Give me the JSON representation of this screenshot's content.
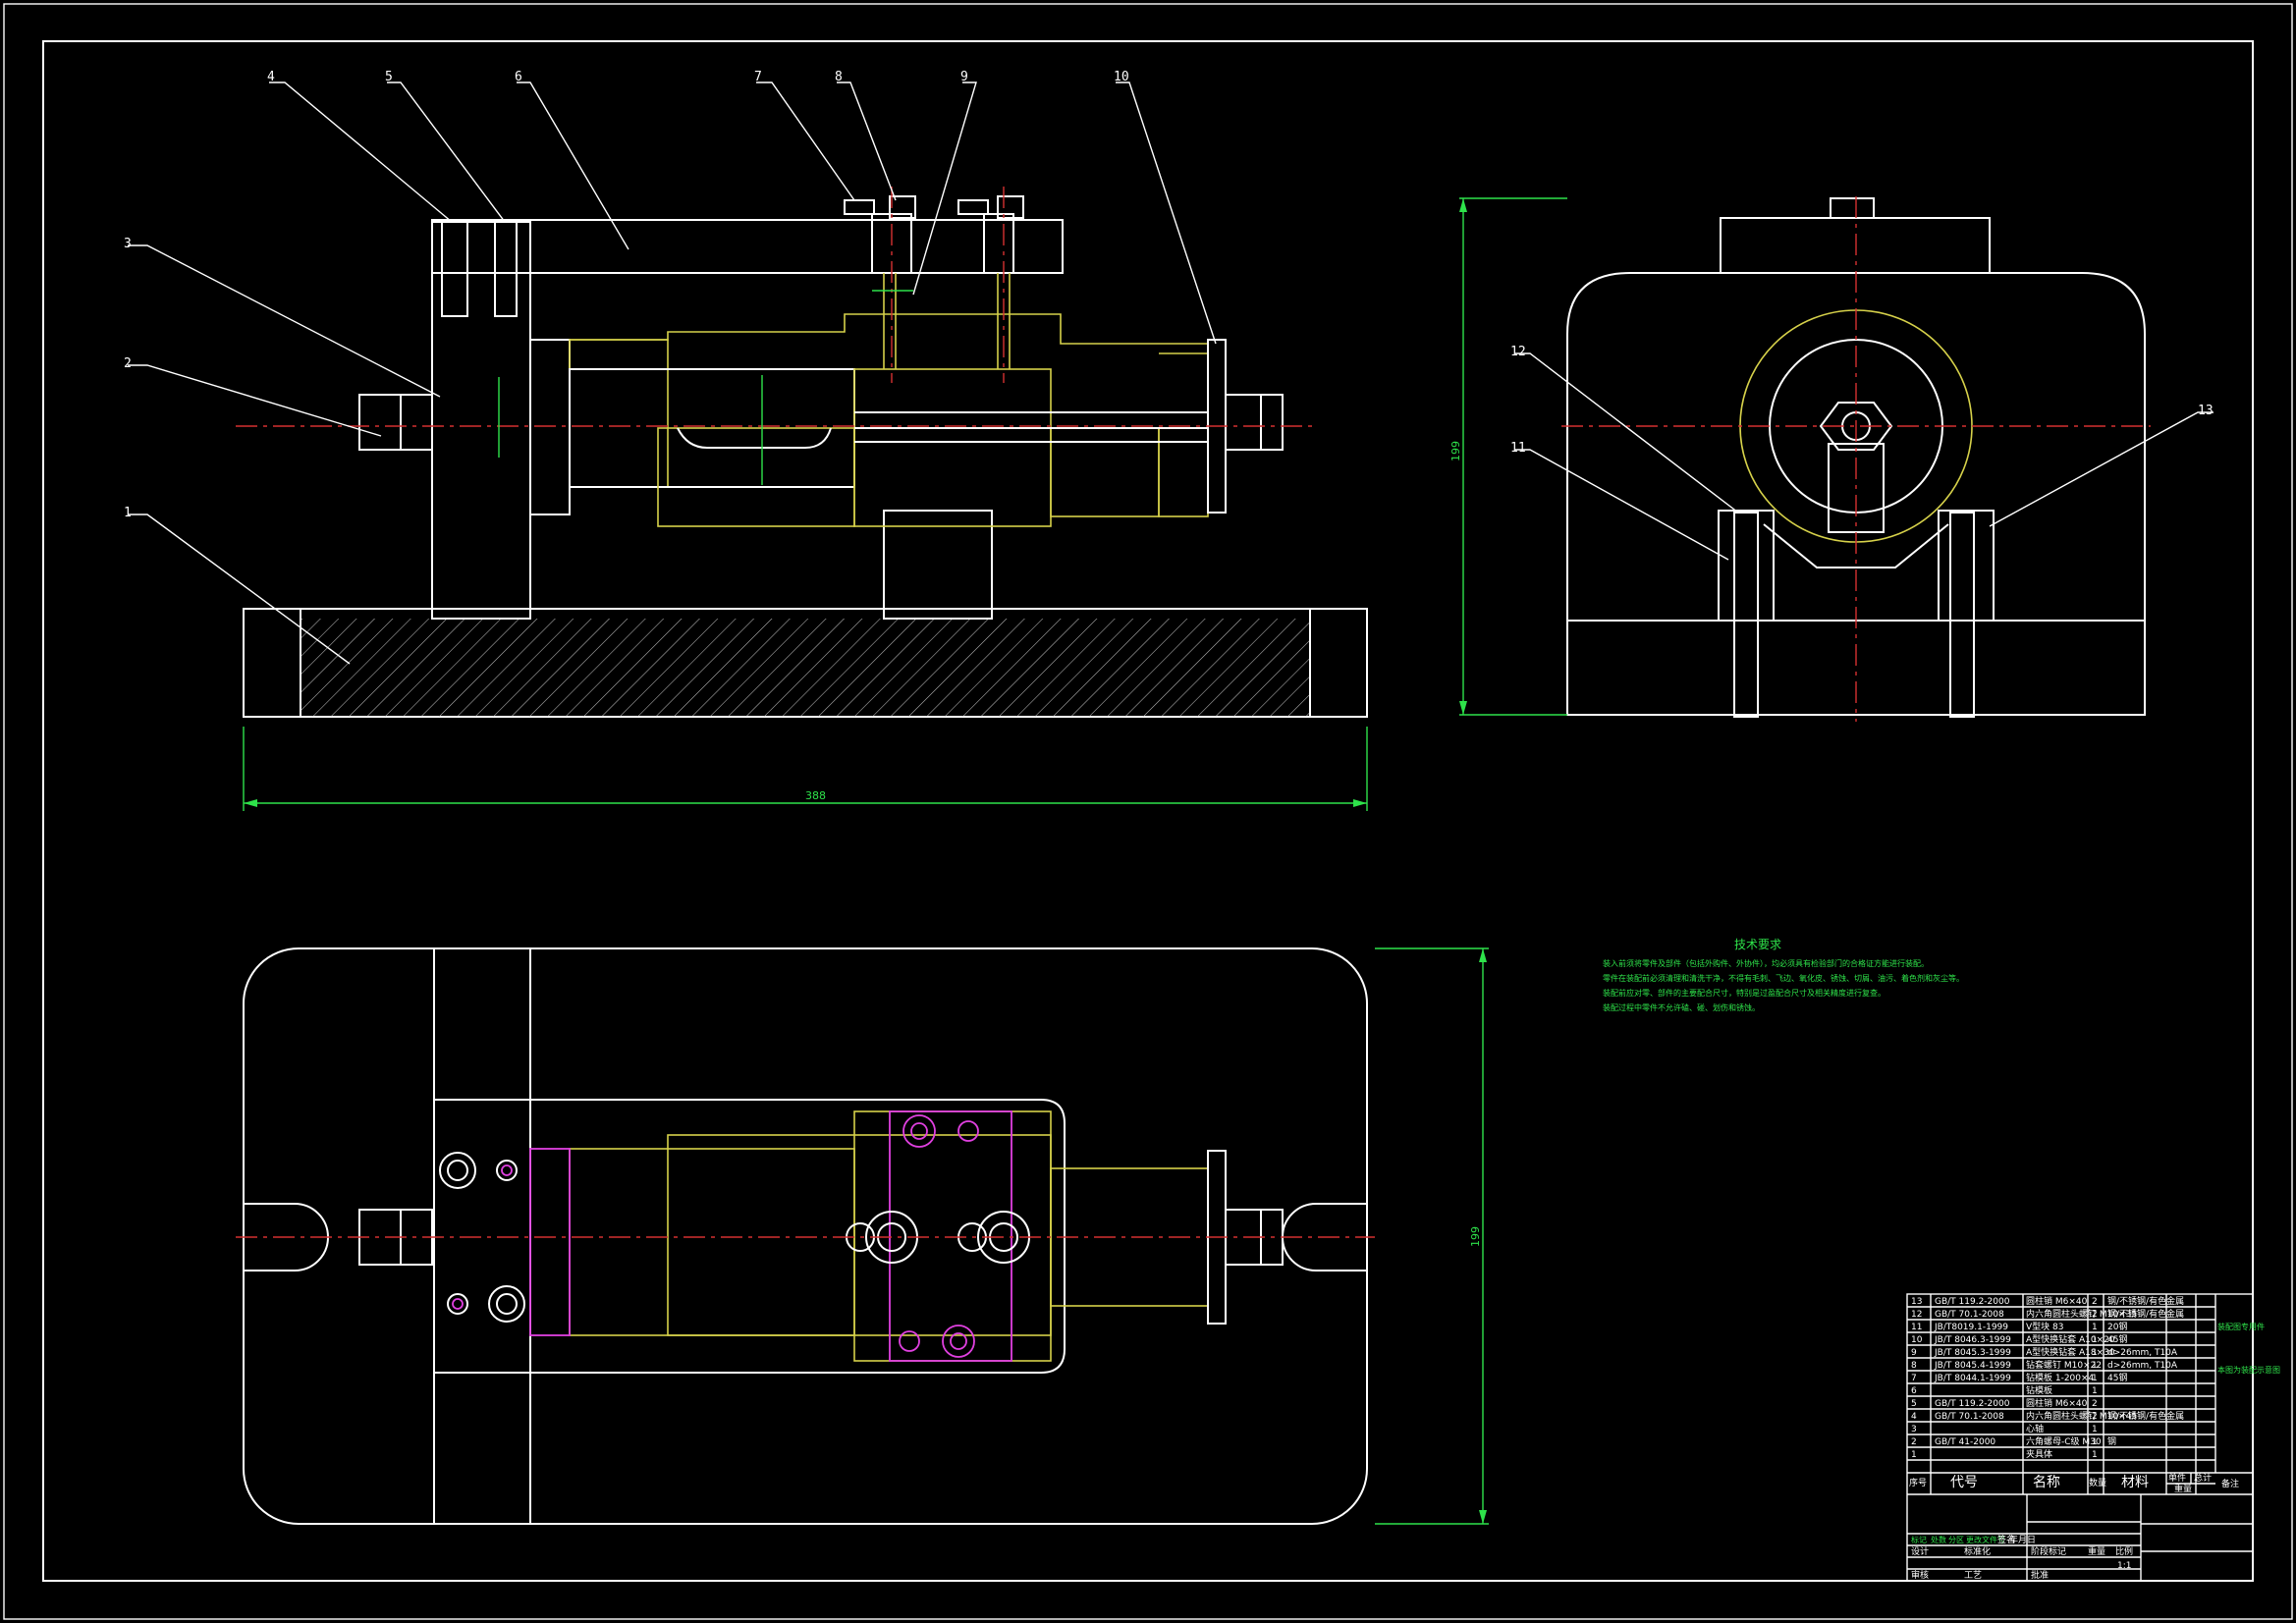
{
  "part_labels": [
    "1",
    "2",
    "3",
    "4",
    "5",
    "6",
    "7",
    "8",
    "9",
    "10",
    "11",
    "12",
    "13"
  ],
  "dimensions": {
    "front_length": "388",
    "side_height": "199",
    "top_width": "199"
  },
  "notes": {
    "title": "技术要求",
    "lines": [
      "装入前须将零件及部件（包括外购件、外协件），均必须具有检验部门的合格证方能进行装配。",
      "零件在装配前必须清理和清洗干净，不得有毛刺、飞边、氧化皮、锈蚀、切屑、油污、着色剂和灰尘等。",
      "装配前应对零、部件的主要配合尺寸，特别是过盈配合尺寸及相关精度进行复查。",
      "装配过程中零件不允许磕、碰、划伤和锈蚀。"
    ]
  },
  "bom": {
    "rows": [
      {
        "no": "13",
        "code": "GB/T 119.2-2000",
        "name": "圆柱销 M6×40",
        "qty": "2",
        "mat": "钢/不锈钢/有色金属",
        "note": ""
      },
      {
        "no": "12",
        "code": "GB/T 70.1-2008",
        "name": "内六角圆柱头螺钉 M10×35",
        "qty": "2",
        "mat": "钢/不锈钢/有色金属",
        "note": ""
      },
      {
        "no": "11",
        "code": "JB/T8019.1-1999",
        "name": "V型块 83",
        "qty": "1",
        "mat": "20钢",
        "note": ""
      },
      {
        "no": "10",
        "code": "JB/T 8046.3-1999",
        "name": "A型快换钻套 A10×20",
        "qty": "1",
        "mat": "45钢",
        "note": ""
      },
      {
        "no": "9",
        "code": "JB/T 8045.3-1999",
        "name": "A型快换钻套 A18×30",
        "qty": "1",
        "mat": "d>26mm, T10A",
        "note": ""
      },
      {
        "no": "8",
        "code": "JB/T 8045.4-1999",
        "name": "钻套螺钉 M10×22",
        "qty": "1",
        "mat": "d>26mm, T10A",
        "note": ""
      },
      {
        "no": "7",
        "code": "JB/T 8044.1-1999",
        "name": "钻模板 1-200×4",
        "qty": "1",
        "mat": "45钢",
        "note": ""
      },
      {
        "no": "6",
        "code": "",
        "name": "钻模板",
        "qty": "1",
        "mat": "",
        "note": ""
      },
      {
        "no": "5",
        "code": "GB/T 119.2-2000",
        "name": "圆柱销 M6×40",
        "qty": "2",
        "mat": "",
        "note": ""
      },
      {
        "no": "4",
        "code": "GB/T 70.1-2008",
        "name": "内六角圆柱头螺钉 M10×45",
        "qty": "2",
        "mat": "钢/不锈钢/有色金属",
        "note": ""
      },
      {
        "no": "3",
        "code": "",
        "name": "心轴",
        "qty": "1",
        "mat": "",
        "note": ""
      },
      {
        "no": "2",
        "code": "GB/T 41-2000",
        "name": "六角螺母-C级 M30",
        "qty": "1",
        "mat": "钢",
        "note": ""
      },
      {
        "no": "1",
        "code": "",
        "name": "夹具体",
        "qty": "1",
        "mat": "",
        "note": ""
      }
    ],
    "headers": {
      "no": "序号",
      "code": "代号",
      "name": "名称",
      "qty": "数量",
      "mat": "材料",
      "single": "单件",
      "total": "总计",
      "weight": "重量",
      "note": "备注"
    },
    "side_notes": [
      "装配图专用件",
      "本图为装配示意图"
    ],
    "bottom_labels": [
      "标记",
      "处数",
      "分区",
      "更改文件号",
      "签名",
      "年月日",
      "设计",
      "标准化",
      "阶段标记",
      "重量",
      "比例",
      "审核",
      "工艺",
      "批准",
      "1:1"
    ]
  },
  "colors": {
    "outline": "#ffffff",
    "hidden": "#d6d14a",
    "dimension": "#2ee24a",
    "center": "#d43030",
    "bushing": "#e040e0"
  }
}
